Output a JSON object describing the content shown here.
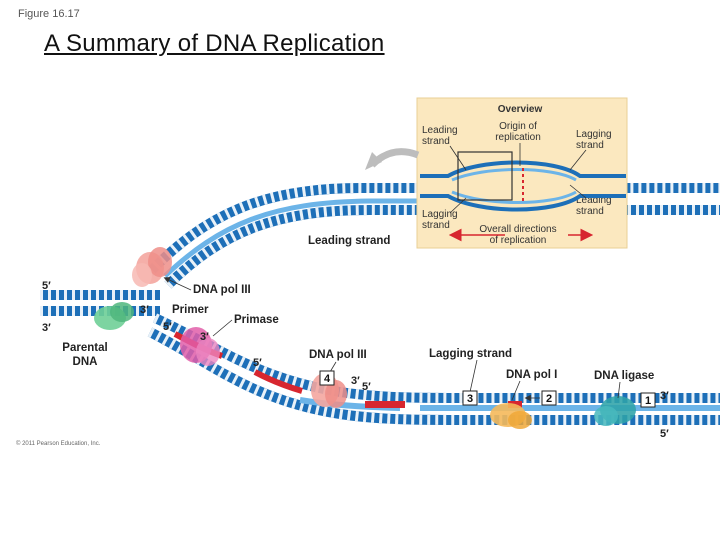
{
  "figure_label": "Figure 16.17",
  "title": "A Summary of DNA Replication",
  "copyright": "© 2011 Pearson Education, Inc.",
  "overview": {
    "heading": "Overview",
    "origin": [
      "Origin of",
      "replication"
    ],
    "leading_top": [
      "Leading",
      "strand"
    ],
    "lagging_top": [
      "Lagging",
      "strand"
    ],
    "leading_bottom": [
      "Leading",
      "strand"
    ],
    "lagging_bottom": [
      "Lagging",
      "strand"
    ],
    "directions": [
      "Overall directions",
      "of replication"
    ]
  },
  "labels": {
    "leading_strand": "Leading strand",
    "dna_pol_iii_top": "DNA pol III",
    "primer": "Primer",
    "primase": "Primase",
    "parental_dna": [
      "Parental",
      "DNA"
    ],
    "dna_pol_iii_lower": "DNA pol III",
    "lagging_strand": "Lagging strand",
    "dna_pol_i": "DNA pol I",
    "dna_ligase": "DNA ligase"
  },
  "primes": {
    "left_top": "5′",
    "left_bottom": "3′",
    "primer_3": "3′",
    "primer_5": "5′",
    "primase_3": "3′",
    "lagging_5": "5′",
    "okazaki_3": "3′",
    "okazaki_5": "5′",
    "right_3": "3′",
    "right_5": "5′"
  },
  "steps": [
    "1",
    "2",
    "3",
    "4"
  ],
  "colors": {
    "parental_strand": "#1d6fb8",
    "new_strand": "#6cb4e8",
    "rna_primer": "#d7262f",
    "overview_box": "#fbe8bf",
    "pol_iii": "#f4a6a0",
    "primase": "#e25ea9",
    "helicase": "#6fcf97",
    "ligase": "#2fa3a8",
    "pol_i": "#f5b95b"
  }
}
